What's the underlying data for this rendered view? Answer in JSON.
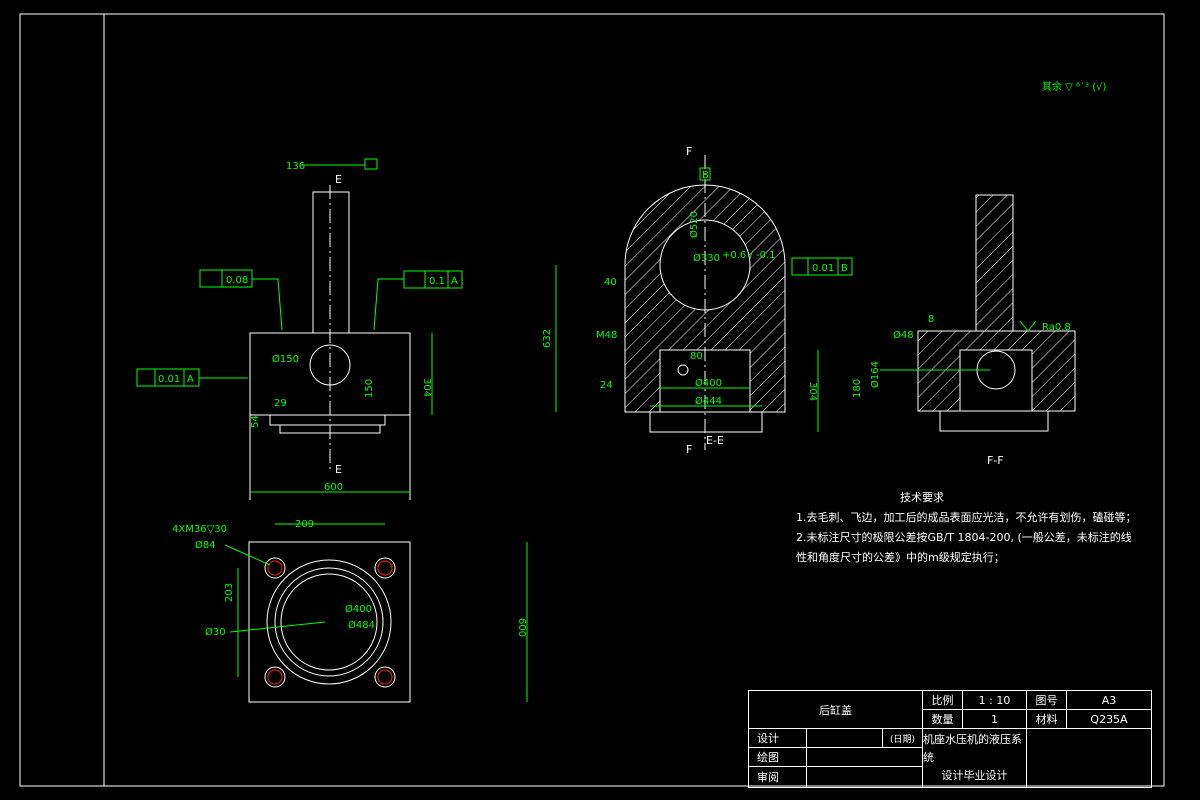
{
  "labels": {
    "roughness_top": "其余 ▽ ⁶˙³ (√)",
    "section_e": "E",
    "section_f": "F",
    "section_ee": "E-E",
    "section_ff": "F-F",
    "dim_136": "136",
    "dim_150_dia": "Ø150",
    "dim_150": "150",
    "dim_304a": "304",
    "dim_29": "29",
    "dim_54": "54",
    "dim_600a": "600",
    "tol_flat": "0.08",
    "tol_perp": "0.1",
    "tol_par": "0.01",
    "datum_a": "A",
    "datum_b": "B",
    "dim_4xm36": "4XM36▽30",
    "dim_d84": "Ø84",
    "dim_209": "209",
    "dim_203": "203",
    "dim_d30": "Ø30",
    "dim_d400b": "Ø400",
    "dim_d484": "Ø484",
    "dim_600b": "600",
    "dim_40": "40",
    "dim_m48": "M48",
    "dim_632": "632",
    "dim_24": "24",
    "dim_d330": "Ø330",
    "tol_d330": "+0.6 / -0.1",
    "dim_d520": "Ø520",
    "tol_conc": "0.01",
    "dim_80": "80",
    "dim_d400": "Ø400",
    "dim_d444": "Ø444",
    "dim_304b": "304",
    "dim_8": "8",
    "dim_d48": "Ø48",
    "dim_d164": "Ø164",
    "dim_180": "180",
    "ra": "Ra0.8"
  },
  "tech": {
    "heading": "技术要求",
    "line1": "1.去毛刺、飞边，加工后的成品表面应光洁，不允许有划伤，磕碰等；",
    "line2a": "2.未标注尺寸的极限公差按GB/T 1804-200, (一般公差，未标注的线",
    "line2b": "性和角度尺寸的公差》中的m级规定执行；"
  },
  "title_block": {
    "part_name": "后缸盖",
    "scale_label": "比例",
    "scale_value": "1 : 10",
    "drawing_no_label": "图号",
    "drawing_no_value": "A3",
    "qty_label": "数量",
    "qty_value": "1",
    "material_label": "材料",
    "material_value": "Q235A",
    "design": "设计",
    "date": "(日期)",
    "draw": "绘图",
    "review": "审阅",
    "project_line1": "机座水压机的液压系统",
    "project_line2": "设计毕业设计"
  }
}
